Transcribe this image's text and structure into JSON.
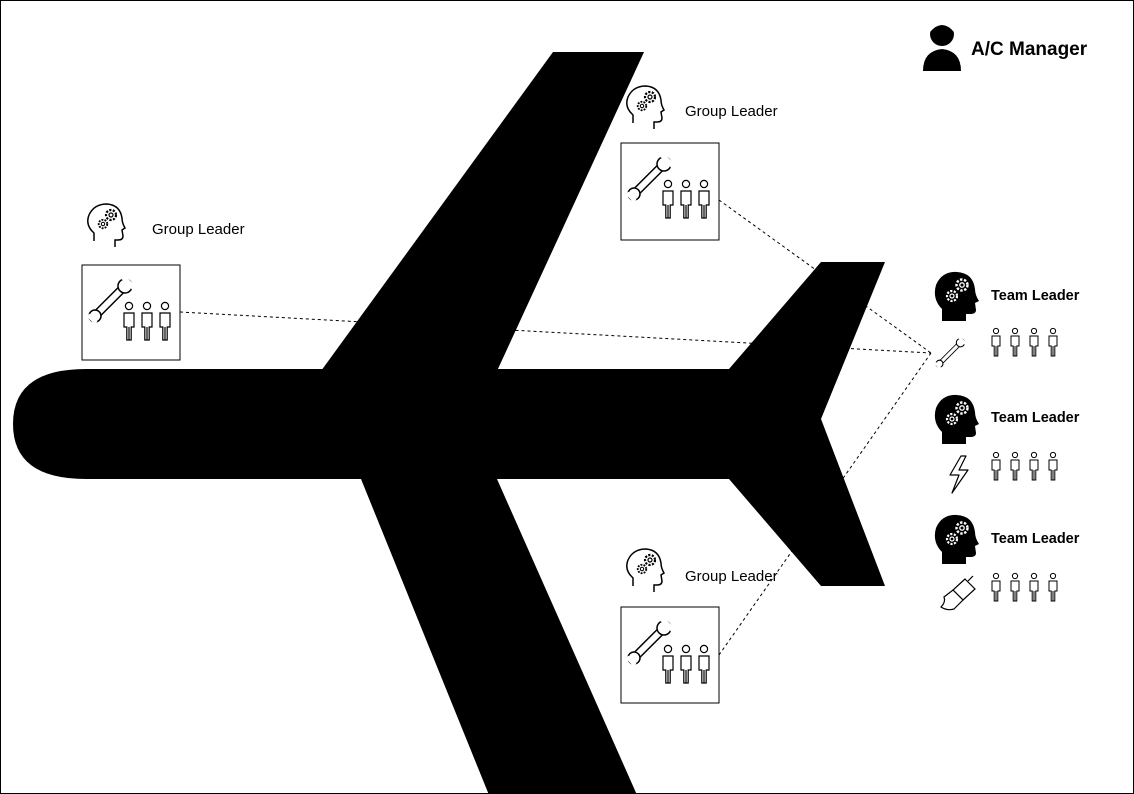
{
  "diagram": {
    "manager": {
      "label": "A/C Manager",
      "icon": "person-icon"
    },
    "group_leaders": [
      {
        "label": "Group Leader",
        "head_icon": "head-gears-outline-icon",
        "box_icons": [
          "wrench-icon",
          "people-group-icon"
        ]
      },
      {
        "label": "Group Leader",
        "head_icon": "head-gears-outline-icon",
        "box_icons": [
          "wrench-icon",
          "people-group-icon"
        ]
      },
      {
        "label": "Group Leader",
        "head_icon": "head-gears-outline-icon",
        "box_icons": [
          "wrench-icon",
          "people-group-icon"
        ]
      }
    ],
    "team_leaders": [
      {
        "label": "Team Leader",
        "head_icon": "head-gears-solid-icon",
        "trade_icon": "wrench-icon"
      },
      {
        "label": "Team Leader",
        "head_icon": "head-gears-solid-icon",
        "trade_icon": "lightning-icon"
      },
      {
        "label": "Team Leader",
        "head_icon": "head-gears-solid-icon",
        "trade_icon": "paintbrush-icon"
      }
    ],
    "background_icon": "airplane-silhouette",
    "colors": {
      "airplane": "#000000",
      "lines": "#000000",
      "background": "#ffffff"
    }
  }
}
